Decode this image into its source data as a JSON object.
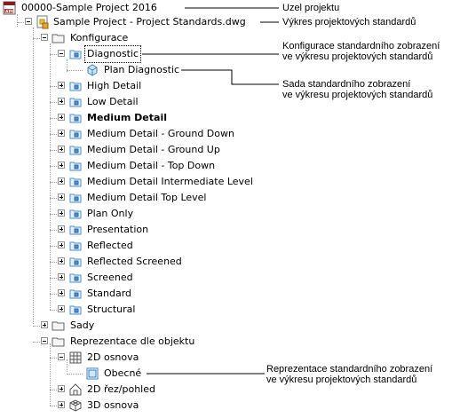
{
  "tree": {
    "root": {
      "label": "00000-Sample Project 2016"
    },
    "project": {
      "label": "Sample Project - Project Standards.dwg"
    },
    "konfigurace": {
      "label": "Konfigurace",
      "items": [
        {
          "label": "Diagnostic",
          "bold": false,
          "selected": true,
          "expanded": true
        },
        {
          "label": "High Detail",
          "bold": false
        },
        {
          "label": "Low Detail",
          "bold": false
        },
        {
          "label": "Medium Detail",
          "bold": true
        },
        {
          "label": "Medium Detail - Ground Down",
          "bold": false
        },
        {
          "label": "Medium Detail - Ground Up",
          "bold": false
        },
        {
          "label": "Medium Detail - Top Down",
          "bold": false
        },
        {
          "label": "Medium Detail Intermediate Level",
          "bold": false
        },
        {
          "label": "Medium Detail Top Level",
          "bold": false
        },
        {
          "label": "Plan Only",
          "bold": false
        },
        {
          "label": "Presentation",
          "bold": false
        },
        {
          "label": "Reflected",
          "bold": false
        },
        {
          "label": "Reflected Screened",
          "bold": false
        },
        {
          "label": "Screened",
          "bold": false
        },
        {
          "label": "Standard",
          "bold": false
        },
        {
          "label": "Structural",
          "bold": false
        }
      ],
      "diagnostic_child": {
        "label": "Plan Diagnostic"
      }
    },
    "sady": {
      "label": "Sady"
    },
    "reprezentace": {
      "label": "Reprezentace dle objektu",
      "osnova2d": {
        "label": "2D osnova"
      },
      "obecne": {
        "label": "Obecné"
      },
      "rez": {
        "label": "2D řez/pohled"
      },
      "osnova3d": {
        "label": "3D osnova"
      }
    }
  },
  "callouts": {
    "project_node": "Uzel projektu",
    "standards_drawing": "Výkres projektových standardů",
    "display_configuration": [
      "Konfigurace standardního zobrazení",
      "ve výkresu projektových standardů"
    ],
    "display_set": [
      "Sada standardního zobrazení",
      "ve výkresu projektových standardů"
    ],
    "display_representation": [
      "Reprezentace standardního zobrazení",
      "ve výkresu projektových standardů"
    ]
  },
  "colors": {
    "config_icon": "#4a90d9",
    "folder": "#f5f5f5",
    "app_badge": "#c0392b",
    "dotted_line": "#a0a0a0"
  }
}
